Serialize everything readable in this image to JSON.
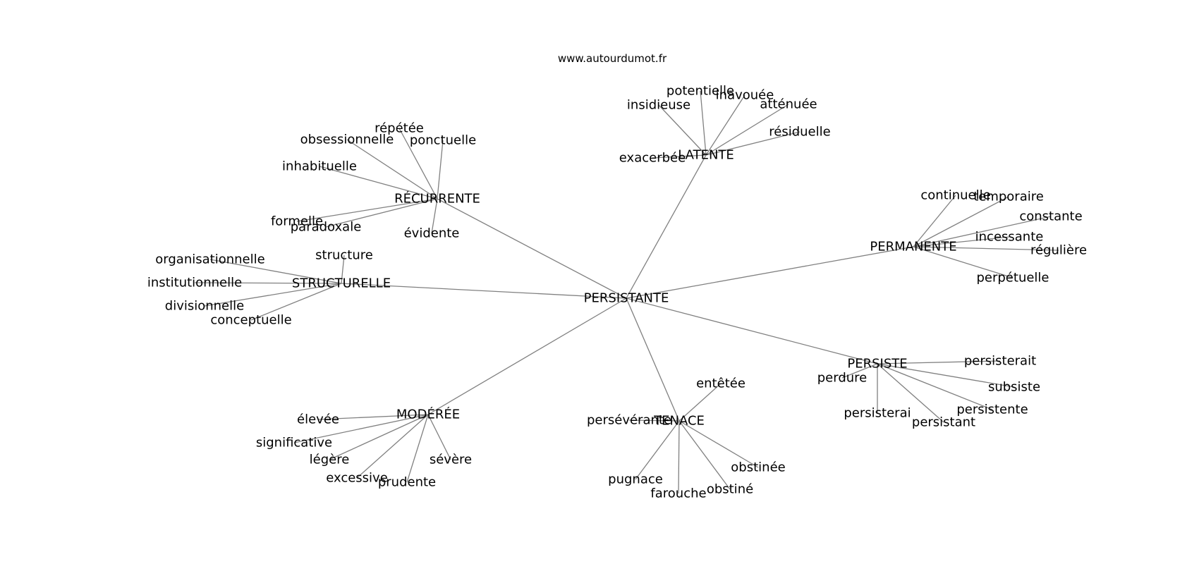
{
  "watermark": "www.autourdumot.fr",
  "center": "PERSISTANTE",
  "clusters": [
    {
      "label": "LATENTE",
      "words": [
        "exacerbée",
        "insidieuse",
        "potentielle",
        "inavouée",
        "atténuée",
        "résiduelle"
      ]
    },
    {
      "label": "RÉCURRENTE",
      "words": [
        "répétée",
        "ponctuelle",
        "obsessionnelle",
        "inhabituelle",
        "formelle",
        "paradoxale",
        "évidente"
      ]
    },
    {
      "label": "STRUCTURELLE",
      "words": [
        "structure",
        "organisationnelle",
        "institutionnelle",
        "divisionnelle",
        "conceptuelle"
      ]
    },
    {
      "label": "PERMANENTE",
      "words": [
        "continuelle",
        "temporaire",
        "constante",
        "incessante",
        "régulière",
        "perpétuelle"
      ]
    },
    {
      "label": "PERSISTE",
      "words": [
        "persisterait",
        "perdure",
        "subsiste",
        "persistente",
        "persisterai",
        "persistant"
      ]
    },
    {
      "label": "TENACE",
      "words": [
        "entêtée",
        "persévérante",
        "obstinée",
        "pugnace",
        "obstiné",
        "farouche"
      ]
    },
    {
      "label": "MODÉRÉE",
      "words": [
        "élevée",
        "significative",
        "légère",
        "sévère",
        "excessive",
        "prudente"
      ]
    }
  ]
}
